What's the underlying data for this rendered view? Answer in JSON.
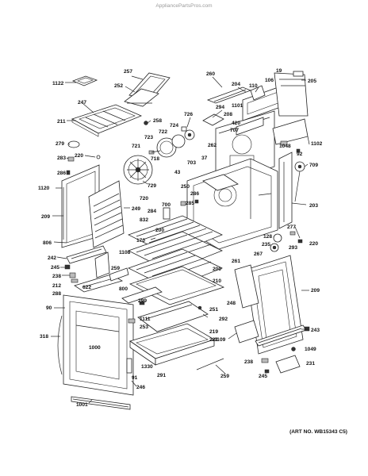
{
  "watermark": "AppliancePartsPros.com",
  "art_number": "(ART NO. WB15343 C5)",
  "callouts": [
    "1122",
    "257",
    "252",
    "247",
    "211",
    "258",
    "279",
    "220",
    "283",
    "286",
    "1120",
    "209",
    "806",
    "242",
    "245",
    "238",
    "212",
    "288",
    "90",
    "318",
    "1000",
    "1001",
    "260",
    "204",
    "19",
    "205",
    "106",
    "110",
    "294",
    "1101",
    "726",
    "208",
    "420",
    "707",
    "724",
    "722",
    "1102",
    "723",
    "262",
    "721",
    "718",
    "1048",
    "92",
    "703",
    "709",
    "37",
    "43",
    "729",
    "720",
    "250",
    "286",
    "700",
    "284",
    "285",
    "832",
    "203",
    "249",
    "170",
    "200",
    "277",
    "128",
    "235",
    "293",
    "220",
    "261",
    "267",
    "1108",
    "259",
    "622",
    "800",
    "299",
    "251",
    "1111",
    "253",
    "292",
    "219",
    "221",
    "1109",
    "1049",
    "245",
    "238",
    "231",
    "291",
    "1330",
    "259",
    "246",
    "200",
    "210",
    "248",
    "209",
    "243",
    "91"
  ]
}
